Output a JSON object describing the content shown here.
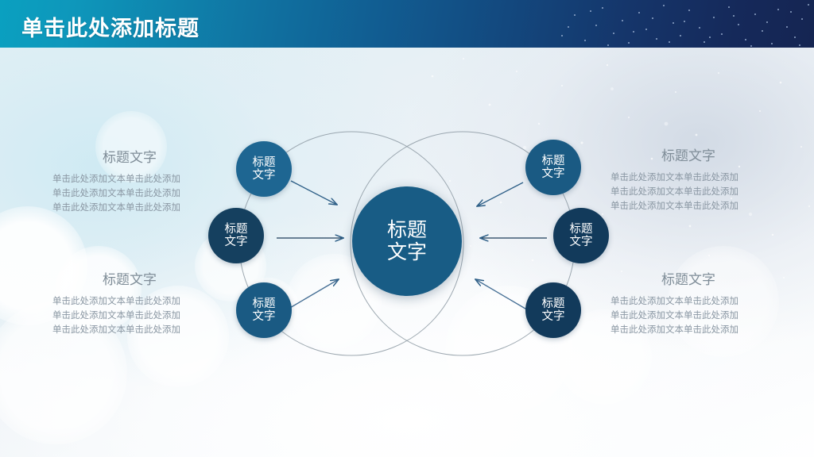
{
  "header": {
    "title": "单击此处添加标题",
    "gradient_start": "#0aa0c0",
    "gradient_end": "#152552"
  },
  "diagram": {
    "center": {
      "line1": "标题",
      "line2": "文字",
      "color": "#185c85"
    },
    "nodes": [
      {
        "id": "left-top",
        "line1": "标题",
        "line2": "文字",
        "color": "#1e6692"
      },
      {
        "id": "left-middle",
        "line1": "标题",
        "line2": "文字",
        "color": "#15405f"
      },
      {
        "id": "left-bottom",
        "line1": "标题",
        "line2": "文字",
        "color": "#1a5a83"
      },
      {
        "id": "right-top",
        "line1": "标题",
        "line2": "文字",
        "color": "#1a5a83"
      },
      {
        "id": "right-middle",
        "line1": "标题",
        "line2": "文字",
        "color": "#123a5b"
      },
      {
        "id": "right-bottom",
        "line1": "标题",
        "line2": "文字",
        "color": "#123a5b"
      }
    ],
    "arrow_color": "#2e5f87",
    "ring_color": "#8d9aa3"
  },
  "text_blocks": [
    {
      "id": "left-top",
      "title": "标题文字",
      "lines": [
        "单击此处添加文本单击此处添加",
        "单击此处添加文本单击此处添加",
        "单击此处添加文本单击此处添加"
      ]
    },
    {
      "id": "left-bottom",
      "title": "标题文字",
      "lines": [
        "单击此处添加文本单击此处添加",
        "单击此处添加文本单击此处添加",
        "单击此处添加文本单击此处添加"
      ]
    },
    {
      "id": "right-top",
      "title": "标题文字",
      "lines": [
        "单击此处添加文本单击此处添加",
        "单击此处添加文本单击此处添加",
        "单击此处添加文本单击此处添加"
      ]
    },
    {
      "id": "right-bottom",
      "title": "标题文字",
      "lines": [
        "单击此处添加文本单击此处添加",
        "单击此处添加文本单击此处添加",
        "单击此处添加文本单击此处添加"
      ]
    }
  ]
}
